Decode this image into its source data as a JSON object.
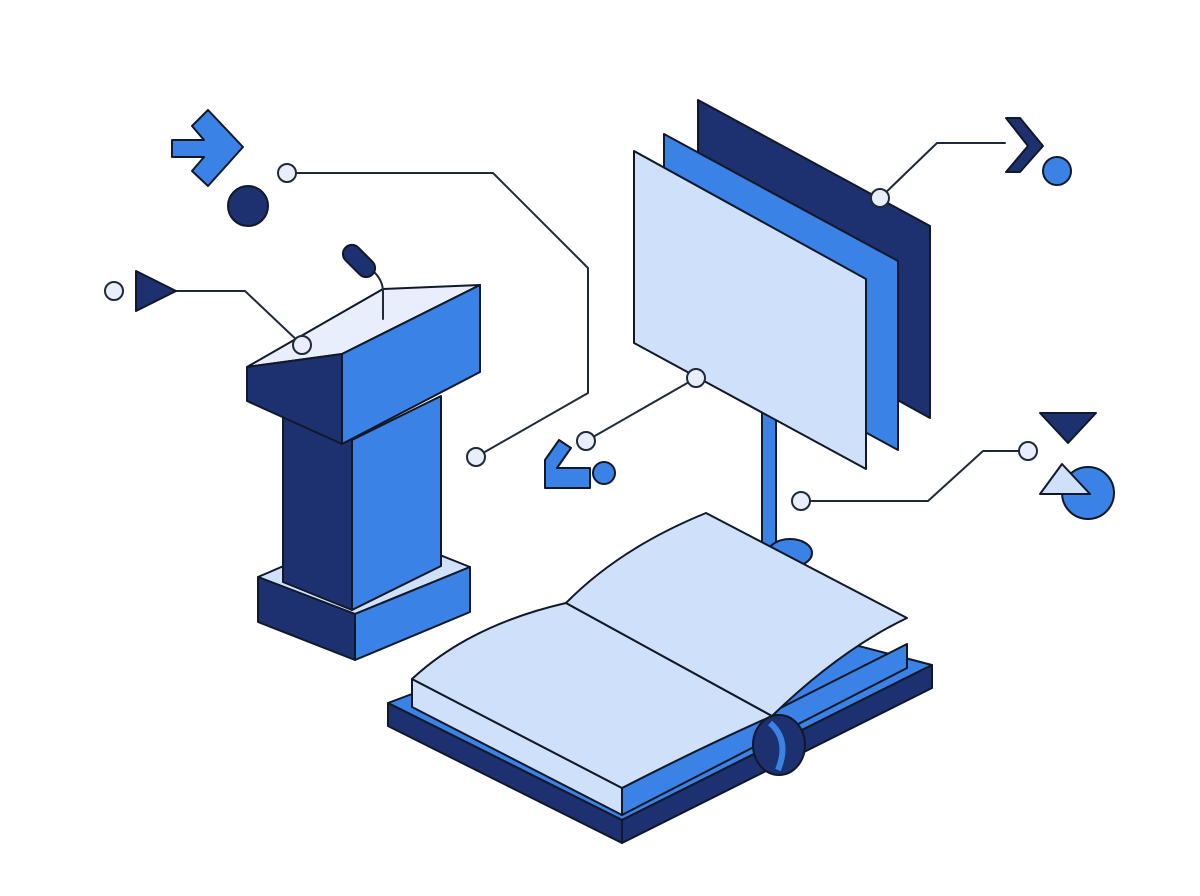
{
  "illustration": {
    "subject": "",
    "colors": {
      "navy": "#1d3170",
      "blue": "#3b82e6",
      "light": "#cfe0fb",
      "pale": "#e8eefc",
      "outline": "#111827",
      "background": "#ffffff"
    },
    "elements": [
      "lectern",
      "microphone",
      "presentation-screens",
      "open-book",
      "connector-lines",
      "arrow-icons",
      "triangle-icons",
      "dot-icons"
    ]
  }
}
